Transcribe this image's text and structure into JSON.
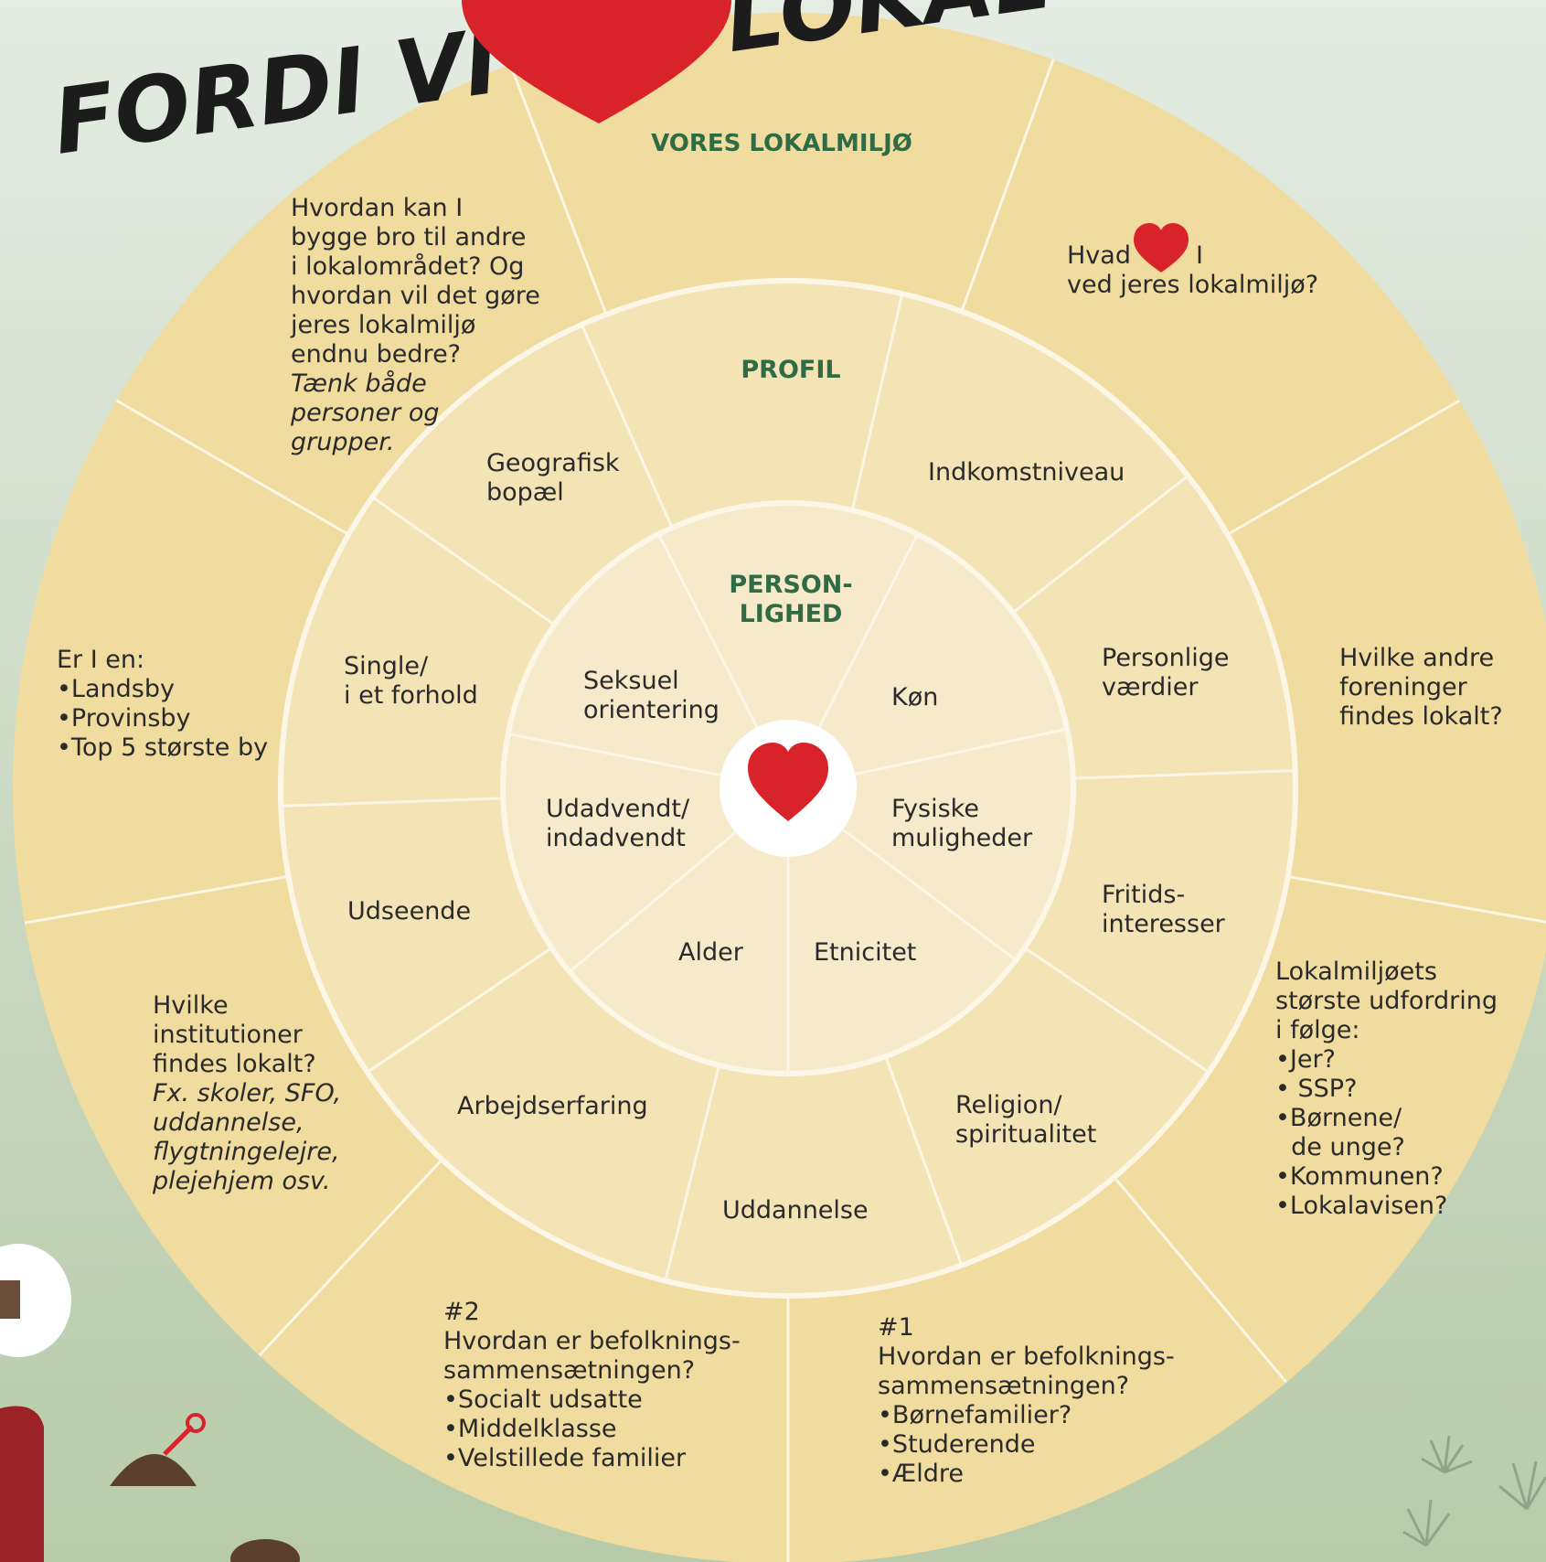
{
  "title": {
    "line1": "FORDI VI",
    "line2": "LOKAL"
  },
  "colors": {
    "outer_ring": "#f1dc9f",
    "middle_ring": "#f3e3b5",
    "inner_ring": "#f6eaca",
    "divider": "#fbf6e6",
    "accent_green": "#2f6b45",
    "heart_red": "#d8232a",
    "text": "#2a2a2a"
  },
  "rings": {
    "outer_heading": "VORES LOKALMILJØ",
    "middle_heading": "PROFIL",
    "inner_heading_line1": "PERSON-",
    "inner_heading_line2": "LIGHED"
  },
  "inner_ring": {
    "seksuel_1": "Seksuel",
    "seksuel_2": "orientering",
    "kon": "Køn",
    "udadvendt_1": "Udadvendt/",
    "udadvendt_2": "indadvendt",
    "fysiske_1": "Fysiske",
    "fysiske_2": "muligheder",
    "alder": "Alder",
    "etnicitet": "Etnicitet"
  },
  "middle_ring": {
    "geografisk_1": "Geografisk",
    "geografisk_2": "bopæl",
    "indkomst": "Indkomstniveau",
    "single_1": "Single/",
    "single_2": "i et forhold",
    "personlige_1": "Personlige",
    "personlige_2": "værdier",
    "udseende": "Udseende",
    "fritid_1": "Fritids-",
    "fritid_2": "interesser",
    "arbejde": "Arbejdserfaring",
    "religion_1": "Religion/",
    "religion_2": "spiritualitet",
    "uddannelse": "Uddannelse"
  },
  "outer_ring": {
    "bro": [
      "Hvordan kan I",
      "bygge bro til andre",
      "i lokalområdet? Og",
      "hvordan vil det gøre",
      "jeres lokalmiljø",
      "endnu bedre?"
    ],
    "bro_italic": [
      "Tænk både",
      "personer og",
      "grupper."
    ],
    "hvad_1": "Hvad",
    "hvad_2": "I",
    "hvad_3": "ved jeres lokalmiljø?",
    "erien": [
      "Er I en:",
      "•Landsby",
      "•Provinsby",
      "•Top 5 største by"
    ],
    "foreninger": [
      "Hvilke andre",
      "foreninger",
      "findes lokalt?"
    ],
    "institutioner": [
      "Hvilke",
      "institutioner",
      "findes lokalt?"
    ],
    "institutioner_italic": [
      "Fx. skoler, SFO,",
      "uddannelse,",
      "flygtningelejre,",
      "plejehjem osv."
    ],
    "udfordring": [
      "Lokalmiljøets",
      "største udfordring",
      "i følge:",
      "•Jer?",
      "• SSP?",
      "•Børnene/",
      "  de unge?",
      "•Kommunen?",
      "•Lokalavisen?"
    ],
    "nr2": [
      "#2",
      "Hvordan er befolknings-",
      "sammensætningen?",
      "•Socialt udsatte",
      "•Middelklasse",
      "•Velstillede familier"
    ],
    "nr1": [
      "#1",
      "Hvordan er befolknings-",
      "sammensætningen?",
      "•Børnefamilier?",
      "•Studerende",
      "•Ældre"
    ]
  }
}
